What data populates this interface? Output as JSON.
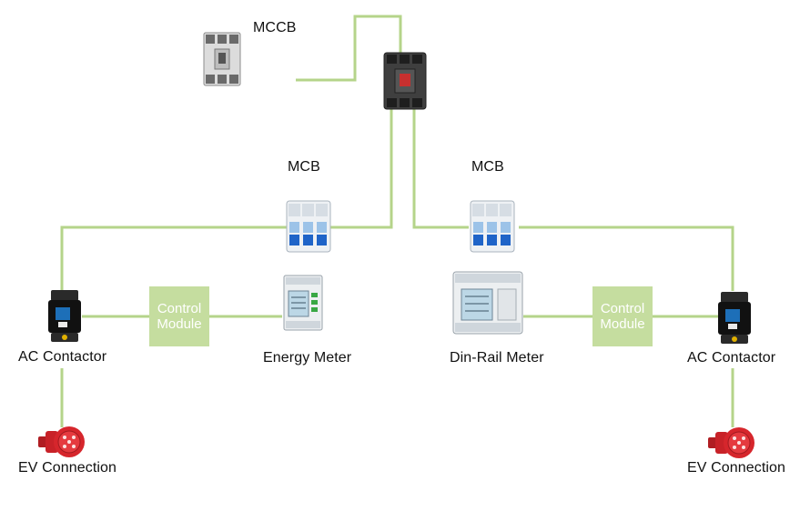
{
  "labels": {
    "mccb": "MCCB",
    "mcb_left": "MCB",
    "mcb_right": "MCB",
    "energy_meter": "Energy Meter",
    "din_rail_meter": "Din-Rail Meter",
    "ac_contactor_left": "AC Contactor",
    "ac_contactor_right": "AC Contactor",
    "ev_connection_left": "EV Connection",
    "ev_connection_right": "EV Connection"
  },
  "control_module_left": {
    "line1": "Control",
    "line2": "Module"
  },
  "control_module_right": {
    "line1": "Control",
    "line2": "Module"
  },
  "colors": {
    "wire": "#b5d48a",
    "control_module_fill": "#c5dd9f",
    "control_module_text": "#ffffff",
    "plug_red": "#d6262c"
  },
  "icons": {
    "mccb": "molded-case-circuit-breaker-icon",
    "mcb": "miniature-circuit-breaker-icon",
    "meter": "din-rail-meter-icon",
    "contactor": "ac-contactor-icon",
    "plug": "ev-plug-icon"
  }
}
